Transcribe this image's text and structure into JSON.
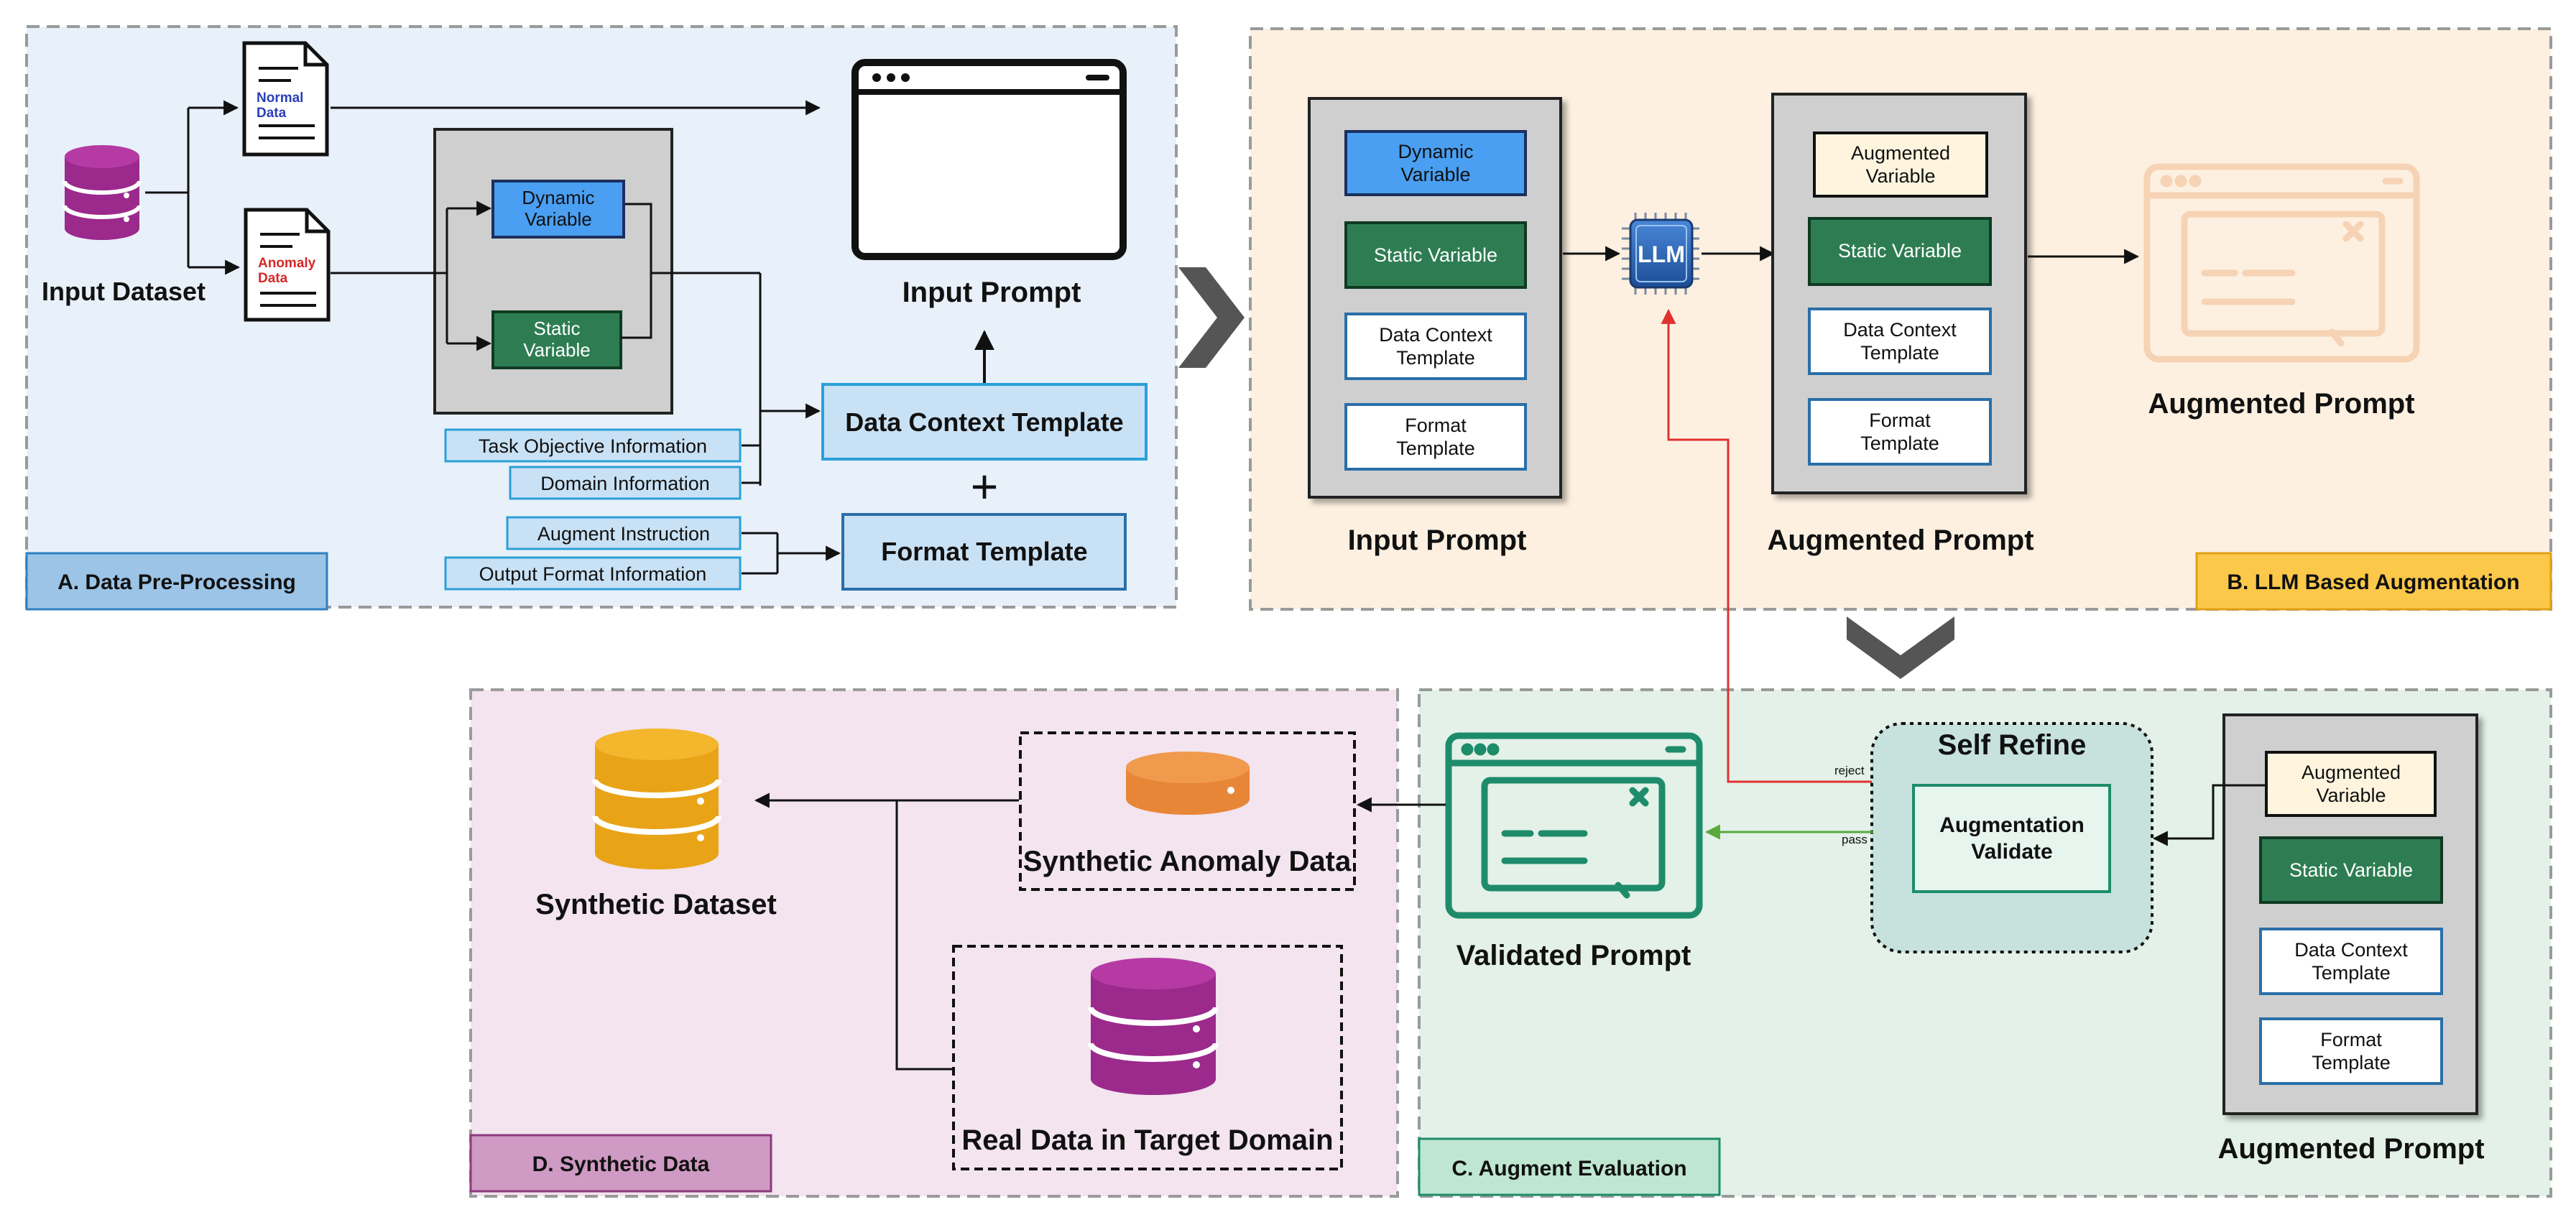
{
  "panels": {
    "a": {
      "label": "A. Data Pre-Processing"
    },
    "b": {
      "label": "B. LLM Based Augmentation"
    },
    "c": {
      "label": "C. Augment Evaluation"
    },
    "d": {
      "label": "D. Synthetic Data"
    }
  },
  "preprocessing": {
    "input_dataset": "Input Dataset",
    "normal_doc": [
      "Normal",
      "Data"
    ],
    "anomaly_doc": [
      "Anomaly",
      "Data"
    ],
    "dynamic_variable": [
      "Dynamic",
      "Variable"
    ],
    "static_variable": [
      "Static",
      "Variable"
    ],
    "task_objective": "Task Objective Information",
    "domain_info": "Domain Information",
    "augment_instruction": "Augment Instruction",
    "output_format": "Output Format Information",
    "data_context_template": "Data Context Template",
    "format_template": "Format Template",
    "plus": "+",
    "input_prompt": "Input Prompt"
  },
  "augmentation": {
    "input_stack": {
      "dynamic": [
        "Dynamic",
        "Variable"
      ],
      "static": "Static Variable",
      "data_context": [
        "Data Context",
        "Template"
      ],
      "format": [
        "Format",
        "Template"
      ]
    },
    "input_caption": "Input Prompt",
    "llm_label": "LLM",
    "augmented_stack": {
      "augmented": [
        "Augmented",
        "Variable"
      ],
      "static": "Static Variable",
      "data_context": [
        "Data Context",
        "Template"
      ],
      "format": [
        "Format",
        "Template"
      ]
    },
    "augmented_caption": "Augmented Prompt",
    "augmented_prompt_icon_caption": "Augmented Prompt"
  },
  "evaluation": {
    "self_refine_title": "Self Refine",
    "validate": [
      "Augmentation",
      "Validate"
    ],
    "reject_label": "reject",
    "pass_label": "pass",
    "validated_prompt": "Validated Prompt",
    "stack": {
      "augmented": [
        "Augmented",
        "Variable"
      ],
      "static": "Static Variable",
      "data_context": [
        "Data Context",
        "Template"
      ],
      "format": [
        "Format",
        "Template"
      ]
    },
    "stack_caption": "Augmented Prompt"
  },
  "synthetic": {
    "synthetic_anomaly": "Synthetic Anomaly Data",
    "real_data": "Real Data in Target Domain",
    "synthetic_dataset": "Synthetic Dataset"
  },
  "colors": {
    "panel_a_bg": "#e8f0f9",
    "panel_b_bg": "#fdf0e1",
    "panel_c_bg": "#e3f1e8",
    "panel_d_bg": "#f3e4ef",
    "dynamic_blue": "#4a9ff2",
    "static_green": "#2e7d52",
    "light_blue_box": "#c9e1f4",
    "augmented_cream": "#fff5df",
    "label_a": "#9bc4e6",
    "label_b": "#fbc84a",
    "label_c": "#bfe6d1",
    "label_d": "#cf9ac3",
    "db_purple": "#9b2a8c",
    "db_orange": "#e88638",
    "db_gold": "#e9a317",
    "teal": "#1e8c6a",
    "reject_red": "#e03131",
    "pass_green": "#5aa83c"
  }
}
